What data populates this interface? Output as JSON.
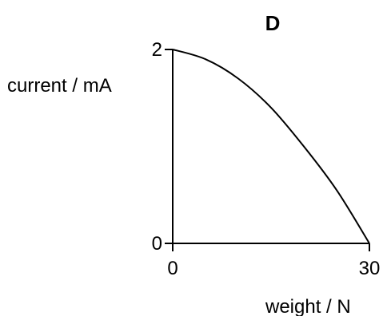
{
  "chart_data": {
    "type": "line",
    "title": "D",
    "xlabel": "weight / N",
    "ylabel": "current / mA",
    "xlim": [
      0,
      30
    ],
    "ylim": [
      0,
      2
    ],
    "x_ticks": [
      {
        "value": 0,
        "label": "0"
      },
      {
        "value": 30,
        "label": "30"
      }
    ],
    "y_ticks": [
      {
        "value": 0,
        "label": "0"
      },
      {
        "value": 2,
        "label": "2"
      }
    ],
    "grid": false,
    "series": [
      {
        "x": [
          0,
          5,
          10,
          15,
          20,
          25,
          30
        ],
        "y": [
          2.0,
          1.9,
          1.7,
          1.4,
          1.0,
          0.55,
          0.0
        ],
        "color": "#000000"
      }
    ]
  }
}
